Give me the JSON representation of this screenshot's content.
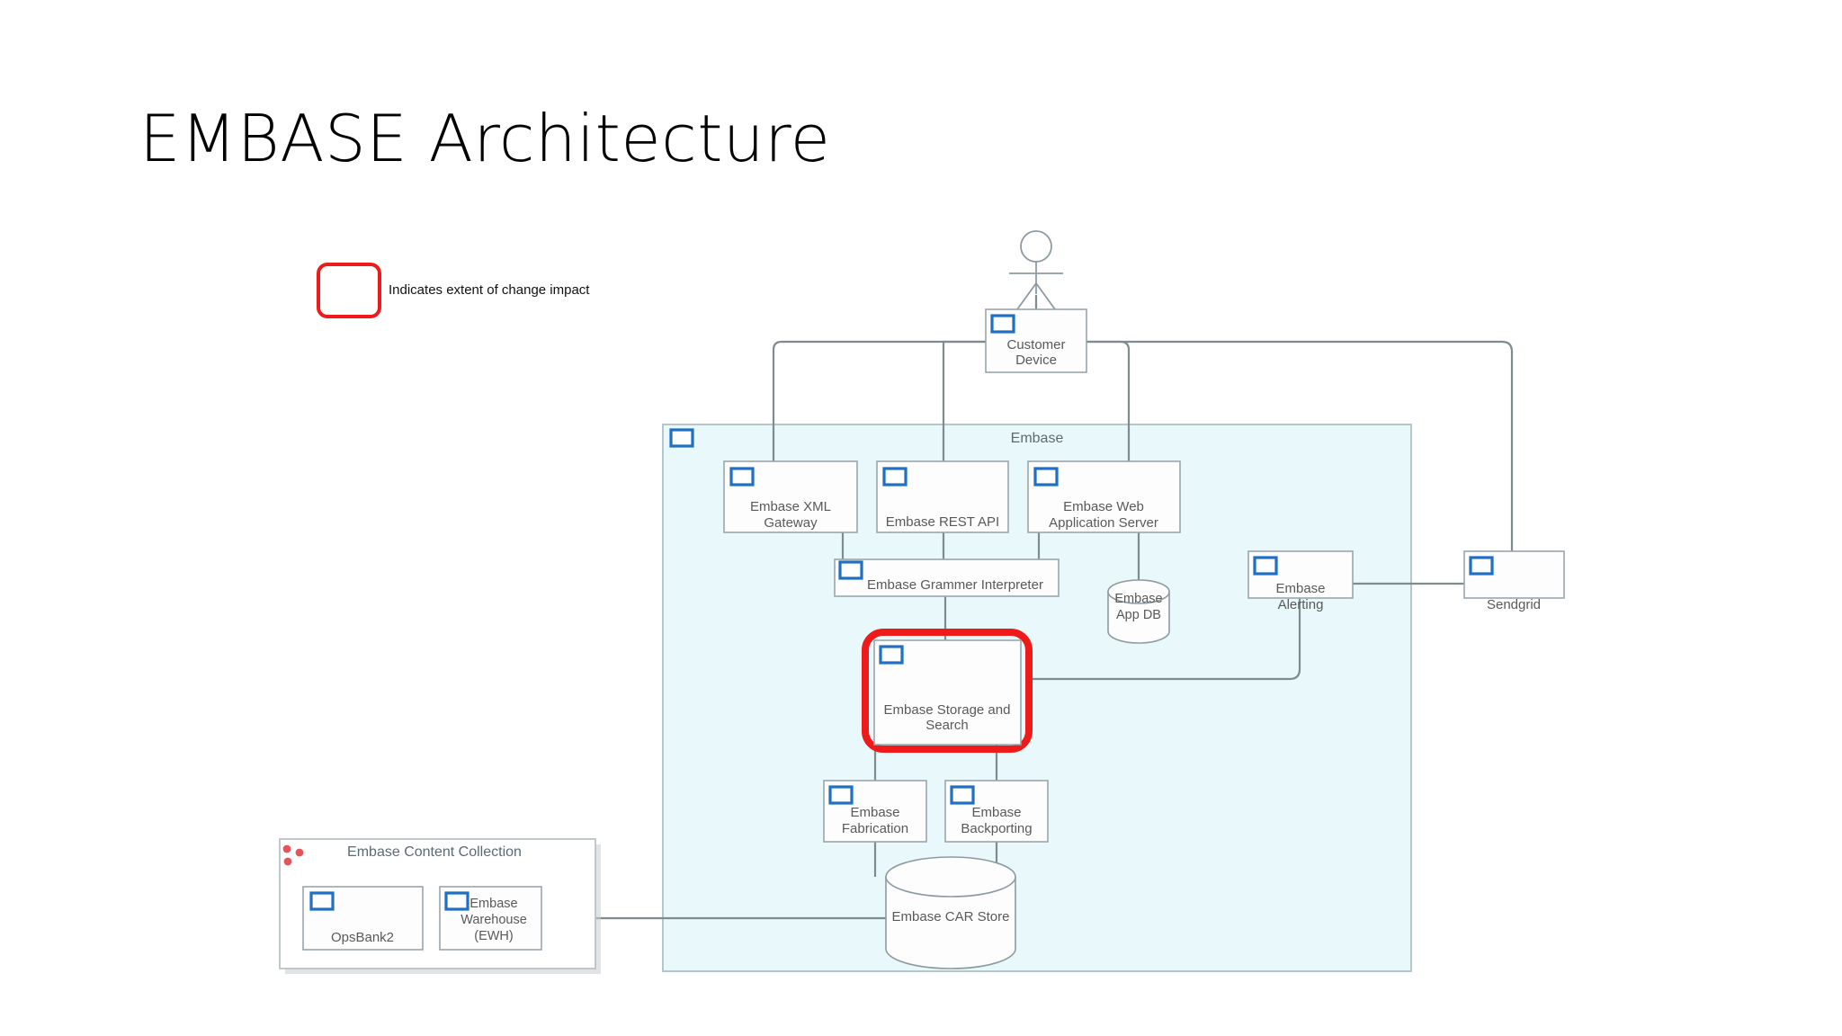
{
  "slide": {
    "title": "EMBASE Architecture",
    "background_color": "#ffffff"
  },
  "legend": {
    "swatch_name": "change-impact-swatch",
    "swatch_color": "#ef1b1b",
    "label": "Indicates extent of change impact"
  },
  "diagram": {
    "type": "architecture-diagram",
    "actor": {
      "name": "customer-actor",
      "label": ""
    },
    "groups": [
      {
        "id": "embase",
        "label": "Embase",
        "fill_color": "#e9f9fb",
        "border_color": "#b7c6cb",
        "icon": "component-icon"
      },
      {
        "id": "embase-content-collection",
        "label": "Embase Content Collection",
        "fill_color": "#ffffff",
        "border_color": "#b9c2c7",
        "icon": "red-dots-icon"
      }
    ],
    "nodes": [
      {
        "id": "customer-device",
        "label": "Customer Device",
        "line1": "Customer",
        "line2": "Device",
        "shape": "component",
        "icon": "component-icon"
      },
      {
        "id": "embase-xml-gateway",
        "label": "Embase XML Gateway",
        "line1": "Embase XML",
        "line2": "Gateway",
        "shape": "component",
        "icon": "component-icon"
      },
      {
        "id": "embase-rest-api",
        "label": "Embase REST API",
        "line1": "Embase REST API",
        "line2": "",
        "shape": "component",
        "icon": "component-icon"
      },
      {
        "id": "embase-web-app-server",
        "label": "Embase Web Application Server",
        "line1": "Embase Web",
        "line2": "Application Server",
        "shape": "component",
        "icon": "component-icon"
      },
      {
        "id": "embase-grammer-interpreter",
        "label": "Embase Grammer Interpreter",
        "line1": "Embase Grammer Interpreter",
        "line2": "",
        "shape": "component",
        "icon": "component-icon"
      },
      {
        "id": "embase-app-db",
        "label": "Embase App DB",
        "line1": "Embase",
        "line2": "App DB",
        "shape": "database",
        "icon": ""
      },
      {
        "id": "embase-alerting",
        "label": "Embase Alerting",
        "line1": "Embase",
        "line2": "Alerting",
        "shape": "component",
        "icon": "component-icon"
      },
      {
        "id": "sendgrid",
        "label": "Sendgrid",
        "line1": "Sendgrid",
        "line2": "",
        "shape": "component",
        "icon": "component-icon"
      },
      {
        "id": "embase-storage-and-search",
        "label": "Embase Storage and Search",
        "line1": "Embase Storage and",
        "line2": "Search",
        "shape": "component",
        "icon": "component-icon",
        "highlighted": true
      },
      {
        "id": "embase-fabrication",
        "label": "Embase Fabrication",
        "line1": "Embase",
        "line2": "Fabrication",
        "shape": "component",
        "icon": "component-icon"
      },
      {
        "id": "embase-backporting",
        "label": "Embase Backporting",
        "line1": "Embase",
        "line2": "Backporting",
        "shape": "component",
        "icon": "component-icon"
      },
      {
        "id": "embase-car-store",
        "label": "Embase CAR Store",
        "line1": "Embase CAR Store",
        "line2": "",
        "shape": "database",
        "icon": ""
      },
      {
        "id": "opsbank2",
        "label": "OpsBank2",
        "line1": "OpsBank2",
        "line2": "",
        "shape": "component",
        "icon": "component-icon"
      },
      {
        "id": "embase-warehouse-ewh",
        "label": "Embase Warehouse (EWH)",
        "line1": "Embase",
        "line2": "Warehouse",
        "line3": "(EWH)",
        "shape": "component",
        "icon": "component-icon"
      }
    ],
    "edges": [
      {
        "from": "customer-actor",
        "to": "customer-device"
      },
      {
        "from": "customer-device",
        "to": "embase-xml-gateway"
      },
      {
        "from": "customer-device",
        "to": "embase-rest-api"
      },
      {
        "from": "customer-device",
        "to": "embase-web-app-server"
      },
      {
        "from": "customer-device",
        "to": "sendgrid"
      },
      {
        "from": "embase-xml-gateway",
        "to": "embase-grammer-interpreter"
      },
      {
        "from": "embase-rest-api",
        "to": "embase-grammer-interpreter"
      },
      {
        "from": "embase-web-app-server",
        "to": "embase-grammer-interpreter"
      },
      {
        "from": "embase-web-app-server",
        "to": "embase-app-db"
      },
      {
        "from": "embase-grammer-interpreter",
        "to": "embase-storage-and-search"
      },
      {
        "from": "embase-storage-and-search",
        "to": "embase-alerting"
      },
      {
        "from": "embase-alerting",
        "to": "sendgrid"
      },
      {
        "from": "embase-storage-and-search",
        "to": "embase-fabrication"
      },
      {
        "from": "embase-storage-and-search",
        "to": "embase-backporting"
      },
      {
        "from": "embase-fabrication",
        "to": "embase-car-store"
      },
      {
        "from": "embase-backporting",
        "to": "embase-car-store"
      },
      {
        "from": "opsbank2",
        "to": "embase-warehouse-ewh"
      },
      {
        "from": "embase-warehouse-ewh",
        "to": "embase-car-store"
      }
    ],
    "colors": {
      "node_fill": "#fdfdfd",
      "node_border": "#9aa6ab",
      "edge": "#7f8c8d",
      "icon_blue": "#1f6fc4",
      "highlight_red": "#ef1b1b",
      "group_embase_fill": "#e9f9fb",
      "label_text": "#595959"
    }
  }
}
